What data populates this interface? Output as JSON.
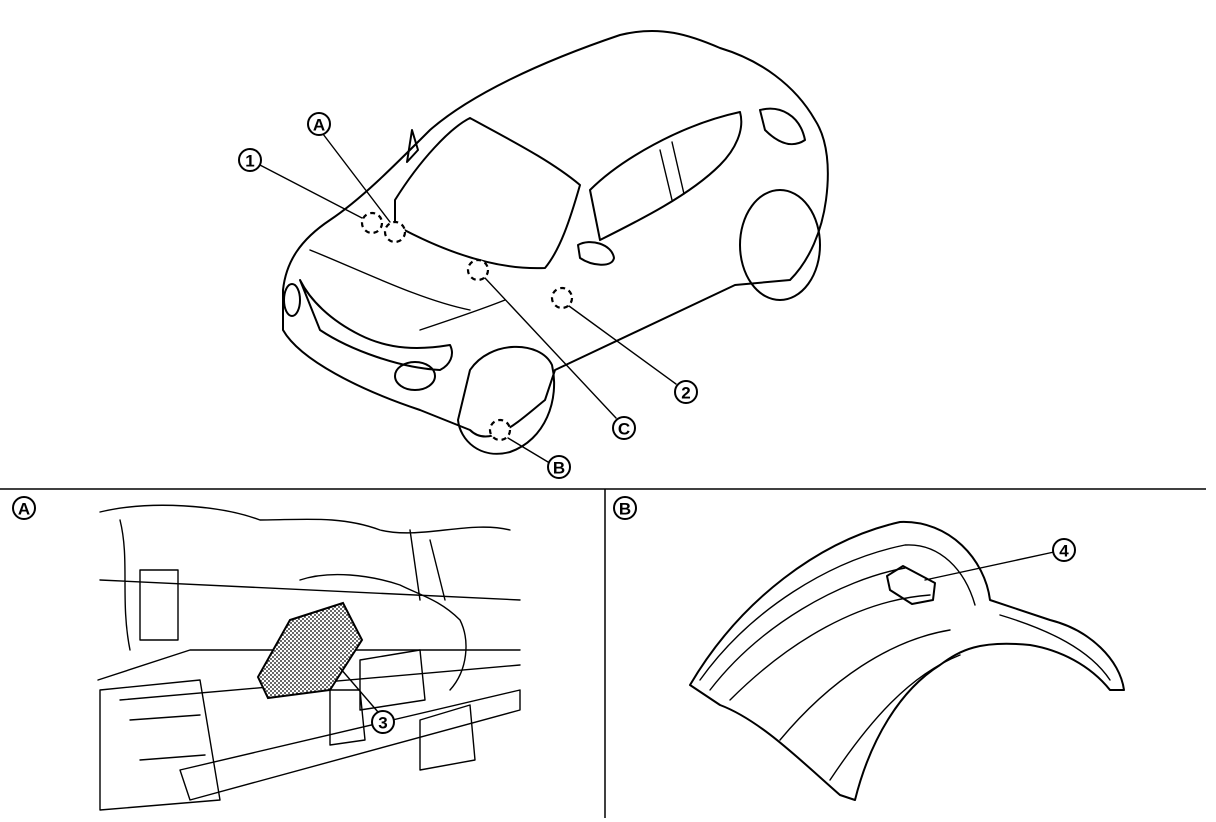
{
  "callouts": {
    "c1": "1",
    "c2": "2",
    "c3": "3",
    "c4": "4",
    "cA": "A",
    "cB": "B",
    "cC": "C"
  },
  "panels": {
    "a_label": "A",
    "b_label": "B"
  },
  "colors": {
    "ink": "#000000",
    "paper": "#ffffff"
  }
}
